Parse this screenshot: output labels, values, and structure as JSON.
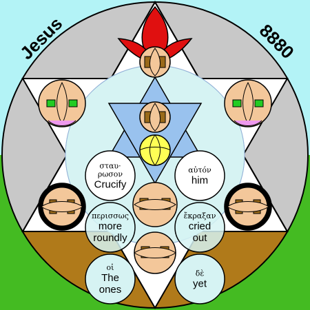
{
  "corner_left": "Jesus",
  "corner_right": "8880",
  "words": [
    {
      "greek": [
        "σταυ·",
        "ρωσον"
      ],
      "english": [
        "Crucify"
      ]
    },
    {
      "greek": [
        "αὐτόν"
      ],
      "english": [
        "him"
      ]
    },
    {
      "greek": [
        "περισσως"
      ],
      "english": [
        "more",
        "roundly"
      ]
    },
    {
      "greek": [
        "ἔκραξαν"
      ],
      "english": [
        "cried",
        "out"
      ]
    },
    {
      "greek": [
        "οἱ"
      ],
      "english": [
        "The",
        "ones"
      ]
    },
    {
      "greek": [
        "δὲ"
      ],
      "english": [
        "yet"
      ]
    }
  ],
  "colors": {
    "sky": "#b3f3f6",
    "grass": "#44bb22",
    "earth": "#b07a1a",
    "disc": "#c8c8c8",
    "star_blue": "#99c2ee",
    "sun": "#ffff55",
    "red_petal": "#e01010",
    "skin": "#f3c79a"
  }
}
